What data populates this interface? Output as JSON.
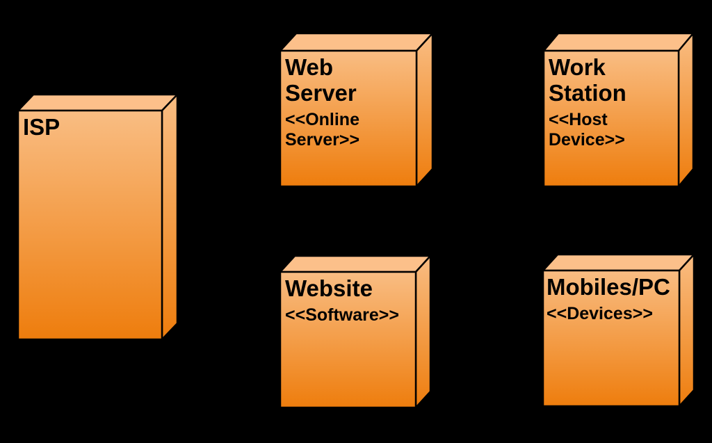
{
  "diagram": {
    "kind": "UML deployment diagram",
    "colors": {
      "background": "#000000",
      "node_border": "#000000",
      "node_gradient_top": "#f9bd83",
      "node_gradient_bottom": "#ee7d0d",
      "node_top_face": "#fcc08a",
      "text": "#000000"
    },
    "nodes": [
      {
        "id": "isp",
        "title": "ISP",
        "stereotype": ""
      },
      {
        "id": "web-server",
        "title": "Web Server",
        "stereotype": "<<Online Server>>"
      },
      {
        "id": "work-station",
        "title": "Work Station",
        "stereotype": "<<Host Device>>"
      },
      {
        "id": "website",
        "title": "Website",
        "stereotype": "<<Software>>"
      },
      {
        "id": "mobiles-pc",
        "title": "Mobiles/PC",
        "stereotype": "<<Devices>>"
      }
    ]
  }
}
